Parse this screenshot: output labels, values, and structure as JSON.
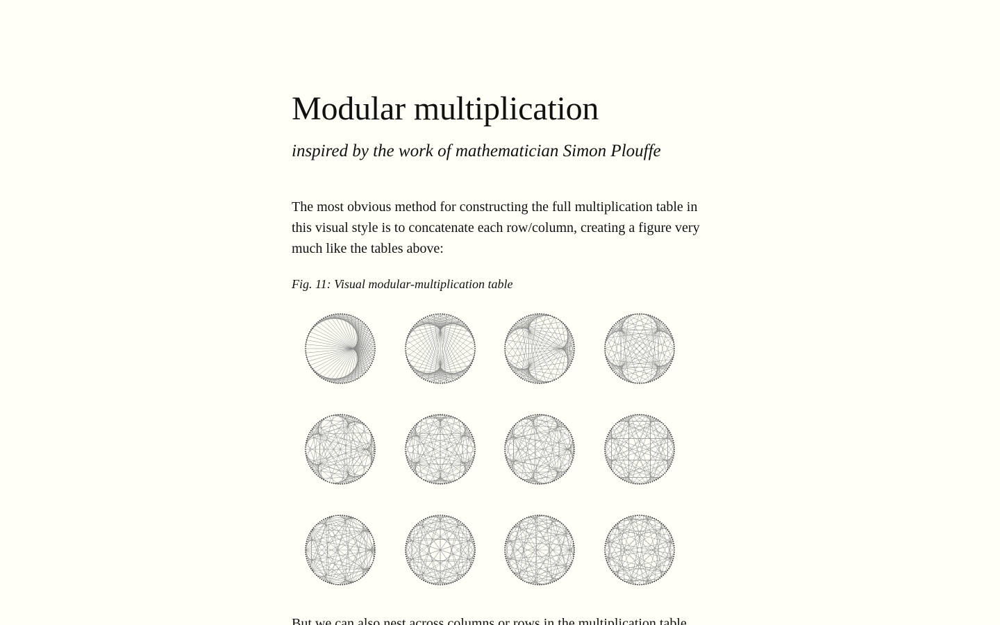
{
  "article": {
    "title": "Modular multiplication",
    "subtitle": "inspired by the work of mathematician Simon Plouffe",
    "paragraph_1": "The most obvious method for constructing the full multiplication table in this visual style is to concatenate each row/column, creating a figure very much like the tables above:",
    "figure_caption": "Fig. 11: Visual modular-multiplication table",
    "paragraph_2": "But we can also nest across columns or rows in the multiplication table"
  },
  "figure": {
    "points_per_circle": 100,
    "multipliers": [
      2,
      3,
      4,
      5,
      6,
      7,
      8,
      9,
      10,
      11,
      12,
      13
    ],
    "line_color": "#8a8a8a",
    "dot_color": "#333333"
  }
}
